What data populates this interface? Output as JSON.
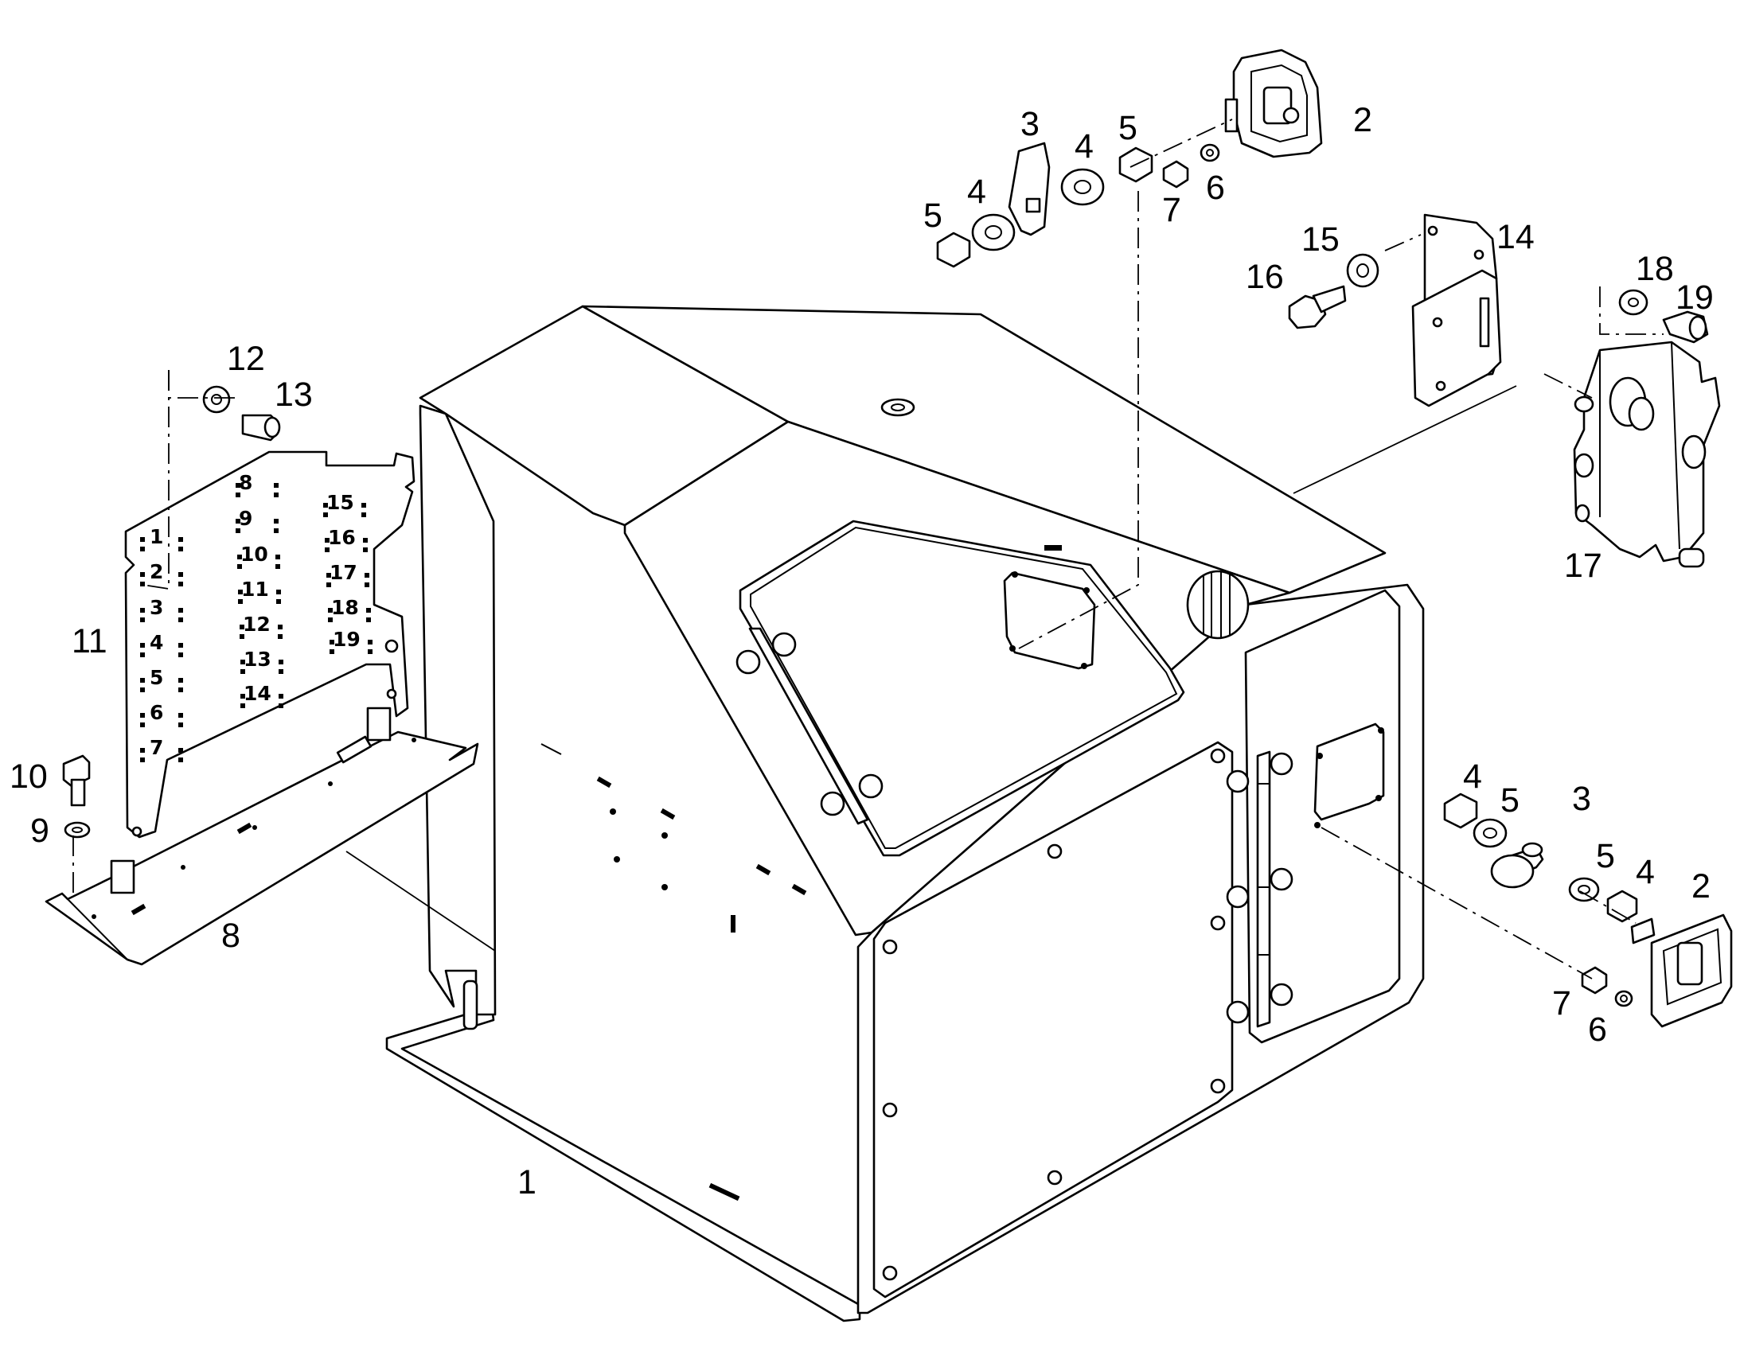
{
  "callouts": [
    {
      "id": "1",
      "text": "1"
    },
    {
      "id": "2a",
      "text": "2"
    },
    {
      "id": "2b",
      "text": "2"
    },
    {
      "id": "3a",
      "text": "3"
    },
    {
      "id": "3b",
      "text": "3"
    },
    {
      "id": "4a",
      "text": "4"
    },
    {
      "id": "4b",
      "text": "4"
    },
    {
      "id": "4c",
      "text": "4"
    },
    {
      "id": "4d",
      "text": "4"
    },
    {
      "id": "5a",
      "text": "5"
    },
    {
      "id": "5b",
      "text": "5"
    },
    {
      "id": "5c",
      "text": "5"
    },
    {
      "id": "5d",
      "text": "5"
    },
    {
      "id": "6a",
      "text": "6"
    },
    {
      "id": "6b",
      "text": "6"
    },
    {
      "id": "7a",
      "text": "7"
    },
    {
      "id": "7b",
      "text": "7"
    },
    {
      "id": "8",
      "text": "8"
    },
    {
      "id": "9",
      "text": "9"
    },
    {
      "id": "10",
      "text": "10"
    },
    {
      "id": "11",
      "text": "11"
    },
    {
      "id": "12",
      "text": "12"
    },
    {
      "id": "13",
      "text": "13"
    },
    {
      "id": "14",
      "text": "14"
    },
    {
      "id": "15",
      "text": "15"
    },
    {
      "id": "16",
      "text": "16"
    },
    {
      "id": "17",
      "text": "17"
    },
    {
      "id": "18",
      "text": "18"
    },
    {
      "id": "19",
      "text": "19"
    }
  ],
  "plate_numbers": [
    "1",
    "2",
    "3",
    "4",
    "5",
    "6",
    "7",
    "8",
    "9",
    "10",
    "11",
    "12",
    "13",
    "14",
    "15",
    "16",
    "17",
    "18",
    "19"
  ]
}
